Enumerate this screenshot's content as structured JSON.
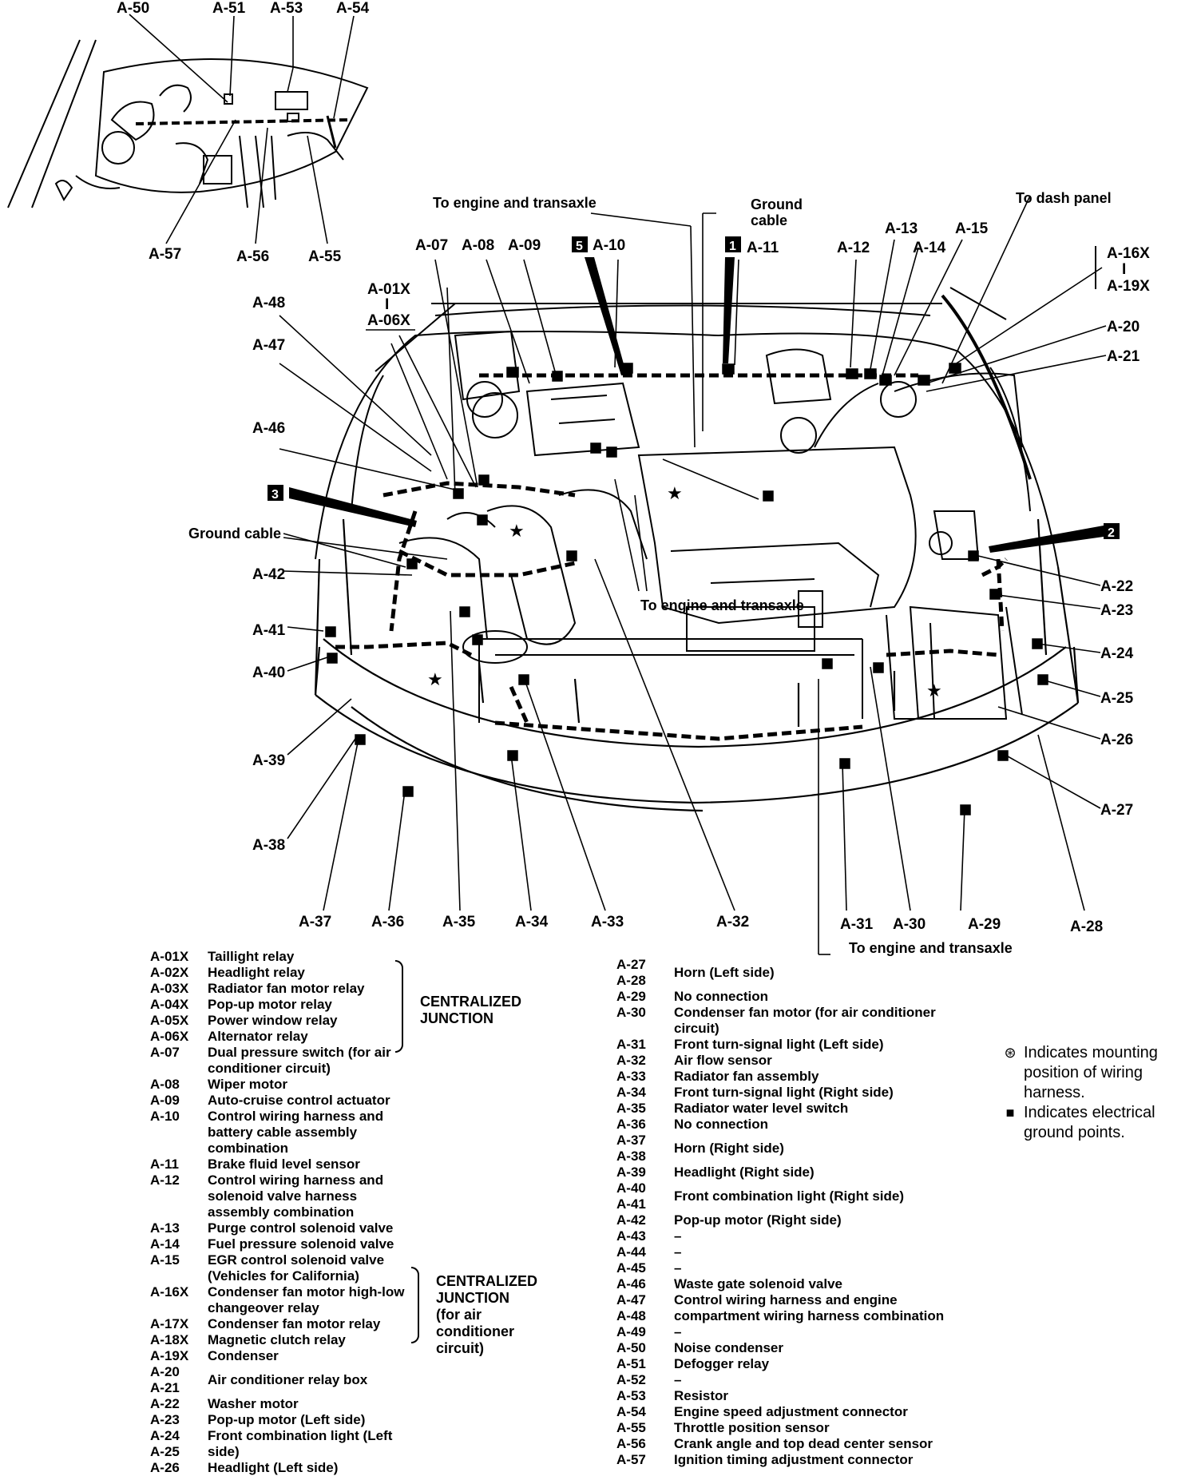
{
  "callouts": {
    "a50": "A-50",
    "a51": "A-51",
    "a53": "A-53",
    "a54": "A-54",
    "a57": "A-57",
    "a56": "A-56",
    "a55": "A-55",
    "a07": "A-07",
    "a08": "A-08",
    "a09": "A-09",
    "a10": "A-10",
    "a11": "A-11",
    "a12": "A-12",
    "a13": "A-13",
    "a14": "A-14",
    "a15": "A-15",
    "a16x": "A-16X",
    "a19x": "A-19X",
    "a20": "A-20",
    "a21": "A-21",
    "a22": "A-22",
    "a23": "A-23",
    "a24": "A-24",
    "a25": "A-25",
    "a26": "A-26",
    "a27": "A-27",
    "a48": "A-48",
    "a47": "A-47",
    "a46": "A-46",
    "a42": "A-42",
    "a41": "A-41",
    "a40": "A-40",
    "a39": "A-39",
    "a38": "A-38",
    "a01x": "A-01X",
    "a06x": "A-06X",
    "a37": "A-37",
    "a36": "A-36",
    "a35": "A-35",
    "a34": "A-34",
    "a33": "A-33",
    "a32": "A-32",
    "a31": "A-31",
    "a30": "A-30",
    "a29": "A-29",
    "a28": "A-28",
    "ground_marker_5": "5",
    "ground_marker_1": "1",
    "ground_marker_3": "3",
    "ground_marker_2": "2",
    "range_sep": "I"
  },
  "annotations": {
    "to_engine_top": "To engine and transaxle",
    "ground_cable_top_1": "Ground",
    "ground_cable_top_2": "cable",
    "to_dash_panel": "To dash panel",
    "ground_cable_left": "Ground cable",
    "to_engine_mid": "To engine and transaxle",
    "to_engine_bottom": "To engine and transaxle"
  },
  "legend_left": [
    {
      "code": "A-01X",
      "desc": "Taillight relay"
    },
    {
      "code": "A-02X",
      "desc": "Headlight relay"
    },
    {
      "code": "A-03X",
      "desc": "Radiator fan motor relay"
    },
    {
      "code": "A-04X",
      "desc": "Pop-up motor relay"
    },
    {
      "code": "A-05X",
      "desc": "Power window relay"
    },
    {
      "code": "A-06X",
      "desc": "Alternator relay"
    },
    {
      "code": "A-07",
      "desc": "Dual pressure switch (for air conditioner circuit)"
    },
    {
      "code": "A-08",
      "desc": "Wiper motor"
    },
    {
      "code": "A-09",
      "desc": "Auto-cruise control actuator"
    },
    {
      "code": "A-10",
      "desc": "Control wiring harness and battery cable assembly combination"
    },
    {
      "code": "A-11",
      "desc": "Brake fluid level sensor"
    },
    {
      "code": "A-12",
      "desc": "Control wiring harness and solenoid valve harness assembly combination"
    },
    {
      "code": "A-13",
      "desc": "Purge control solenoid valve"
    },
    {
      "code": "A-14",
      "desc": "Fuel pressure solenoid valve"
    },
    {
      "code": "A-15",
      "desc": "EGR control solenoid valve (Vehicles for California)"
    },
    {
      "code": "A-16X",
      "desc": "Condenser fan motor high-low changeover relay"
    },
    {
      "code": "A-17X",
      "desc": "Condenser fan motor relay"
    },
    {
      "code": "A-18X",
      "desc": "Magnetic clutch relay"
    },
    {
      "code": "A-19X",
      "desc": "Condenser"
    },
    {
      "code": "A-20\nA-21",
      "desc": "Air conditioner relay box"
    },
    {
      "code": "A-22",
      "desc": "Washer motor"
    },
    {
      "code": "A-23",
      "desc": "Pop-up motor (Left side)"
    },
    {
      "code": "A-24\nA-25",
      "desc": "Front combination light (Left side)"
    },
    {
      "code": "A-26",
      "desc": "Headlight (Left side)"
    }
  ],
  "junction_1": "CENTRALIZED\nJUNCTION",
  "junction_2": "CENTRALIZED\nJUNCTION\n(for air\nconditioner\ncircuit)",
  "legend_right": [
    {
      "code": "A-27\nA-28",
      "desc": "Horn (Left side)"
    },
    {
      "code": "A-29",
      "desc": "No connection"
    },
    {
      "code": "A-30",
      "desc": "Condenser fan motor (for air conditioner circuit)"
    },
    {
      "code": "A-31",
      "desc": "Front turn-signal light (Left side)"
    },
    {
      "code": "A-32",
      "desc": "Air flow sensor"
    },
    {
      "code": "A-33",
      "desc": "Radiator fan assembly"
    },
    {
      "code": "A-34",
      "desc": "Front turn-signal light (Right side)"
    },
    {
      "code": "A-35",
      "desc": "Radiator water level switch"
    },
    {
      "code": "A-36",
      "desc": "No connection"
    },
    {
      "code": "A-37\nA-38",
      "desc": "Horn (Right side)"
    },
    {
      "code": "A-39",
      "desc": "Headlight (Right side)"
    },
    {
      "code": "A-40\nA-41",
      "desc": "Front combination light (Right side)"
    },
    {
      "code": "A-42",
      "desc": "Pop-up motor (Right side)"
    },
    {
      "code": "A-43",
      "desc": "–"
    },
    {
      "code": "A-44",
      "desc": "–"
    },
    {
      "code": "A-45",
      "desc": "–"
    },
    {
      "code": "A-46",
      "desc": "Waste gate solenoid valve"
    },
    {
      "code": "A-47\nA-48",
      "desc": "Control wiring harness and engine compartment wiring harness combination"
    },
    {
      "code": "A-49",
      "desc": "–"
    },
    {
      "code": "A-50",
      "desc": "Noise condenser"
    },
    {
      "code": "A-51",
      "desc": "Defogger relay"
    },
    {
      "code": "A-52",
      "desc": "–"
    },
    {
      "code": "A-53",
      "desc": "Resistor"
    },
    {
      "code": "A-54",
      "desc": "Engine speed adjustment connector"
    },
    {
      "code": "A-55",
      "desc": "Throttle position sensor"
    },
    {
      "code": "A-56",
      "desc": "Crank angle and top dead center sensor"
    },
    {
      "code": "A-57",
      "desc": "Ignition timing adjustment connector"
    }
  ],
  "notes": [
    {
      "symbol": "⊛",
      "text": "Indicates mounting position of wiring harness."
    },
    {
      "symbol": "■",
      "text": "Indicates electrical ground points."
    }
  ]
}
